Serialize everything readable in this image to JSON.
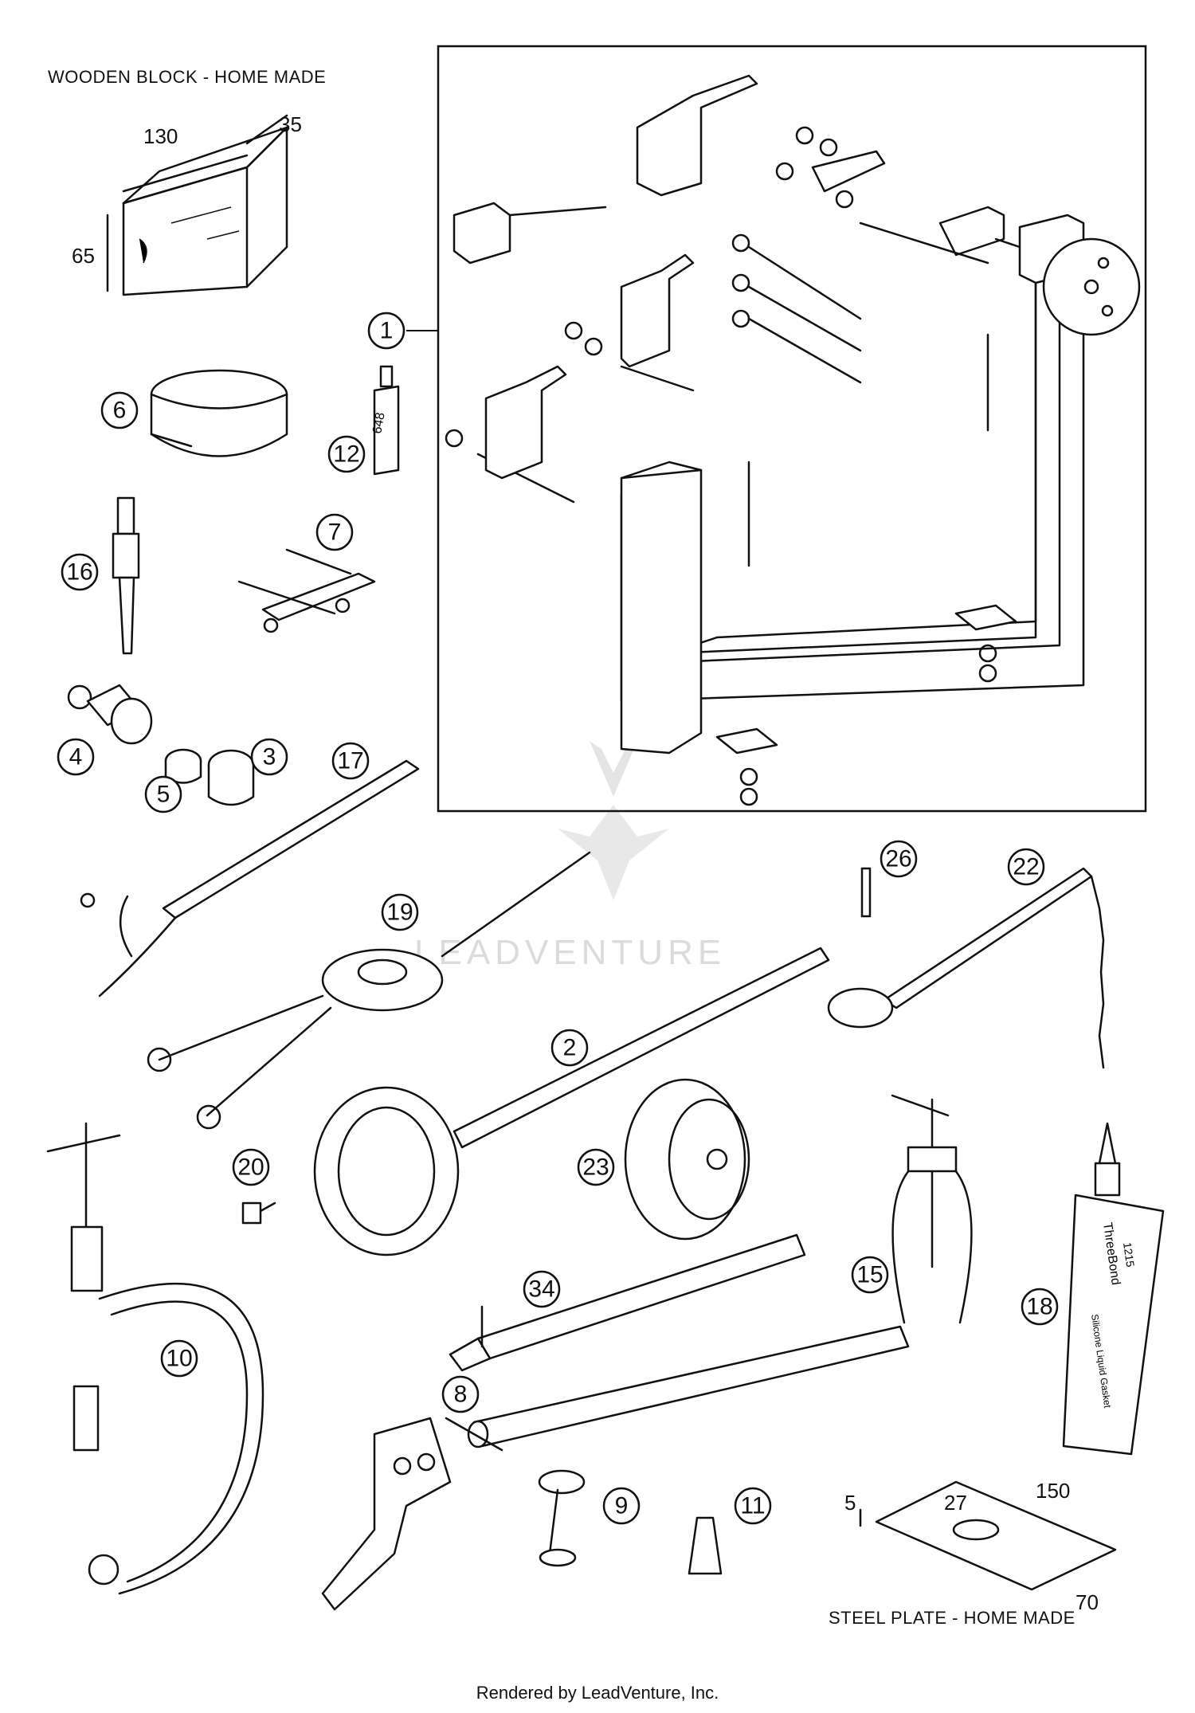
{
  "captions": {
    "wooden_block": "WOODEN BLOCK - HOME MADE",
    "steel_plate": "STEEL PLATE - HOME MADE"
  },
  "dimensions": {
    "block_length": "130",
    "block_width": "35",
    "block_height": "65",
    "plate_thickness": "5",
    "plate_hole": "27",
    "plate_length": "150",
    "plate_width": "70"
  },
  "labels": {
    "loctite": "648",
    "threebond_brand": "ThreeBond",
    "threebond_number": "1215",
    "threebond_desc": "Silicone Liquid Gasket"
  },
  "callouts": [
    "1",
    "2",
    "3",
    "4",
    "5",
    "6",
    "7",
    "8",
    "9",
    "10",
    "11",
    "12",
    "15",
    "16",
    "17",
    "18",
    "19",
    "20",
    "22",
    "23",
    "26",
    "34"
  ],
  "watermark": "LEADVENTURE",
  "footer": "Rendered by LeadVenture, Inc."
}
